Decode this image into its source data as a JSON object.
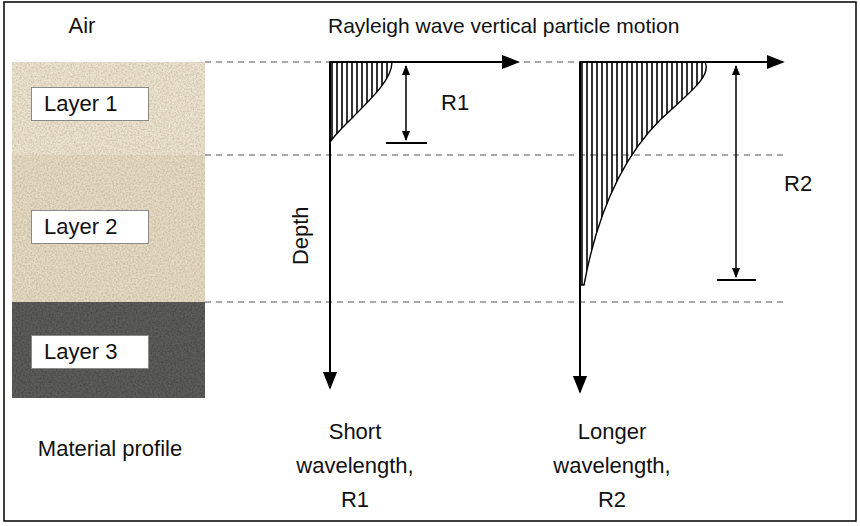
{
  "diagram": {
    "nodes": [
      {
        "text": [
          "Layer 1"
        ]
      },
      {
        "text": [
          "Layer 2"
        ]
      },
      {
        "text": [
          "Layer 3"
        ]
      }
    ],
    "labels": [
      "Air",
      "Rayleigh wave vertical particle motion",
      "R1",
      "R2",
      "Depth",
      "Material profile",
      "Short wavelength, R1",
      "Longer wavelength, R2"
    ]
  }
}
